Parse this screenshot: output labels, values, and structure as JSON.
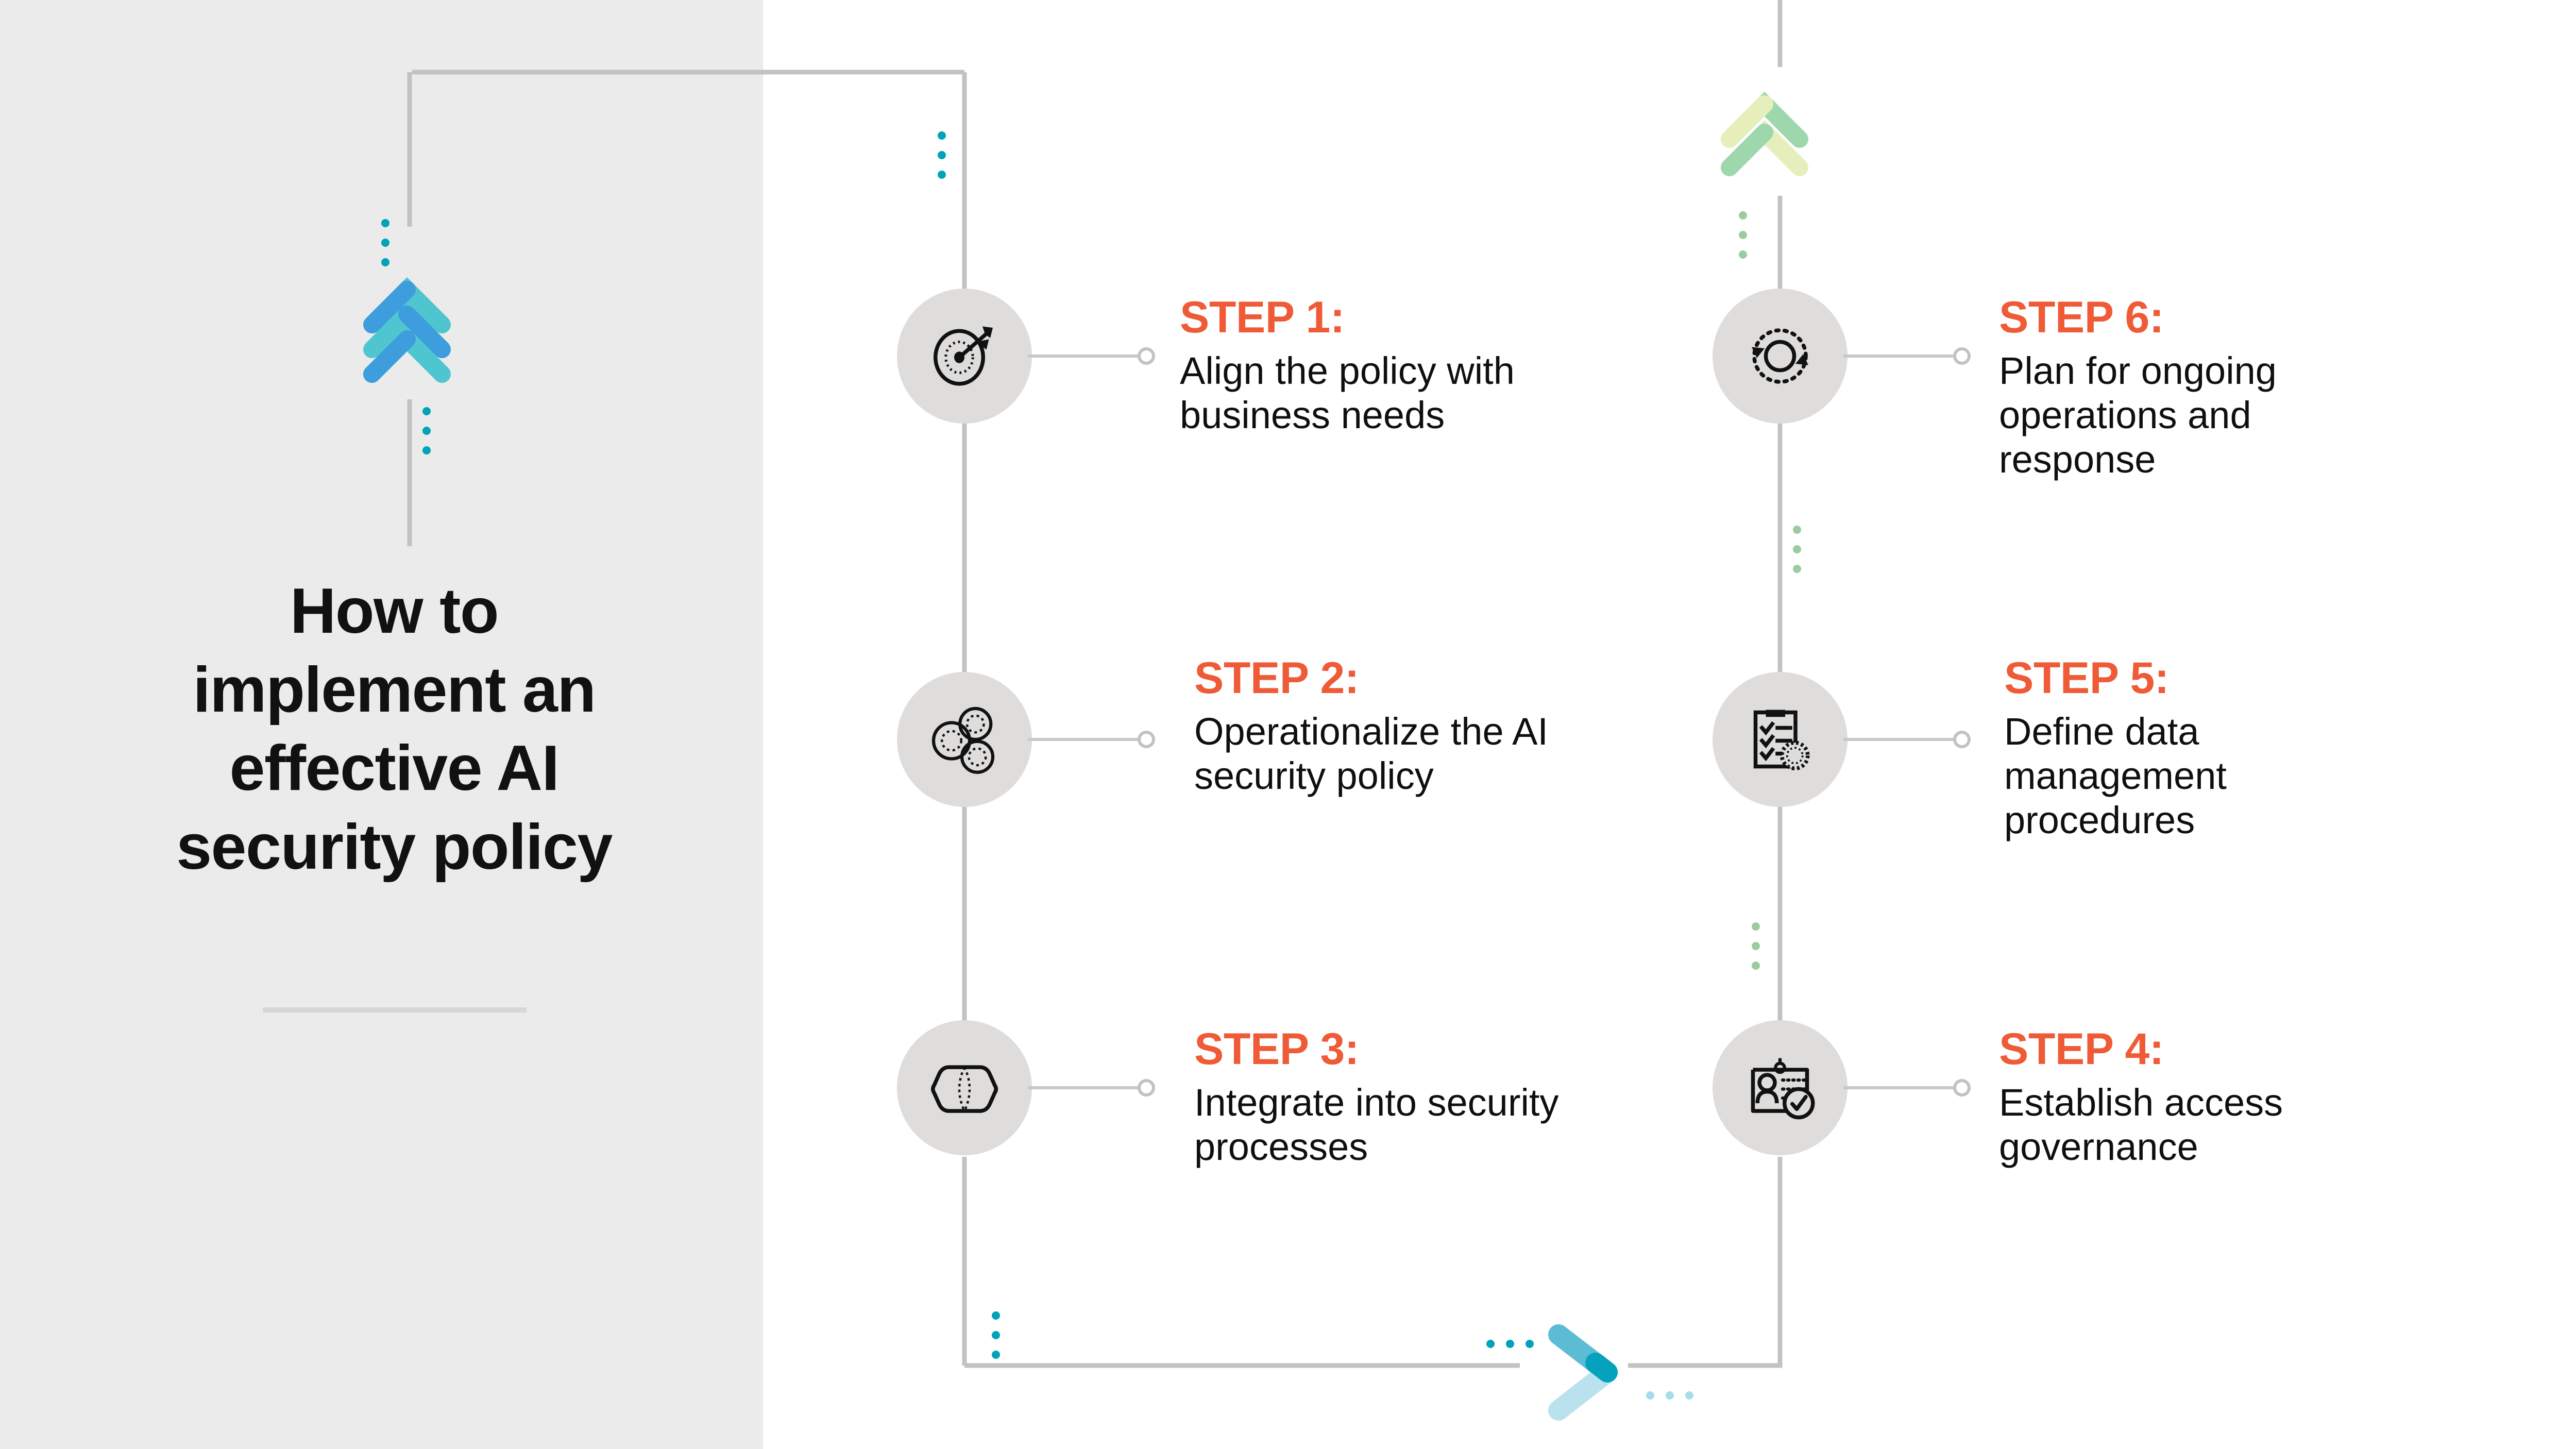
{
  "page": {
    "title": "How to implement an effective AI security policy",
    "title_lines": [
      "How to",
      "implement an",
      "effective AI",
      "security policy"
    ],
    "background_color": "#ffffff",
    "left_panel_color": "#ebebeb",
    "accent_color": "#ee5b36",
    "text_color": "#0f0f0f",
    "bubble_color": "#dedddc",
    "line_color": "#c8c8c8"
  },
  "steps": [
    {
      "label": "STEP 1:",
      "description": "Align the policy with business needs",
      "icon": "target-arrow-icon",
      "column": "left",
      "order": 1
    },
    {
      "label": "STEP 2:",
      "description": "Operationalize the AI security policy",
      "icon": "gears-icon",
      "column": "left",
      "order": 2
    },
    {
      "label": "STEP 3:",
      "description": "Integrate into security processes",
      "icon": "overlapping-shields-icon",
      "column": "left",
      "order": 3
    },
    {
      "label": "STEP 4:",
      "description": "Establish access governance",
      "icon": "id-badge-check-icon",
      "column": "right",
      "order": 4
    },
    {
      "label": "STEP 5:",
      "description": "Define data management procedures",
      "icon": "clipboard-checklist-seal-icon",
      "column": "right",
      "order": 5
    },
    {
      "label": "STEP 6:",
      "description": "Plan for ongoing operations and response",
      "icon": "cycle-refresh-icon",
      "column": "right",
      "order": 6
    }
  ],
  "decorations": {
    "blue_chevron_stack": {
      "name": "blue-chevron-stack",
      "colors": [
        "#3d9bdc",
        "#46c3ce"
      ]
    },
    "green_chevron_stack": {
      "name": "green-chevron-stack",
      "colors": [
        "#9fd7ad",
        "#e6efbc"
      ]
    },
    "cyan_chevron_right": {
      "name": "cyan-chevron-right",
      "colors": [
        "#5bbcd4",
        "#b9e2ee",
        "#06a2bd"
      ]
    },
    "dot_colors": {
      "teal": "#00a3b8",
      "green": "#9ccb9f",
      "light_blue": "#a9dcea"
    }
  }
}
